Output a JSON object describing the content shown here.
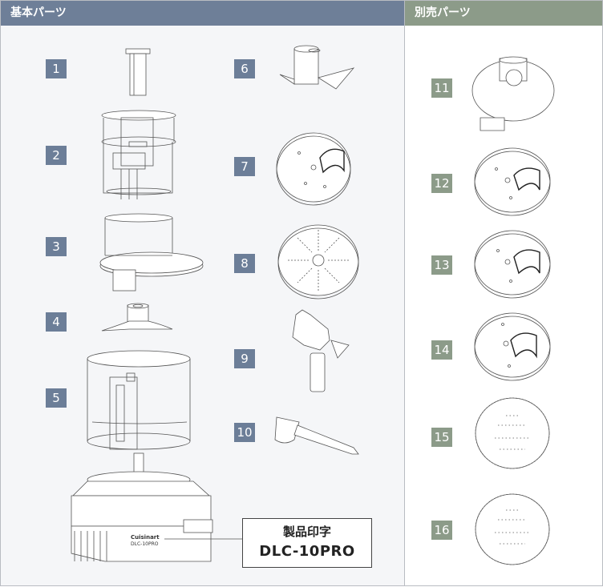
{
  "headers": {
    "basic_parts": "基本パーツ",
    "optional_parts": "別売パーツ"
  },
  "basic_items": [
    "1",
    "2",
    "3",
    "4",
    "5",
    "6",
    "7",
    "8",
    "9",
    "10"
  ],
  "optional_items": [
    "11",
    "12",
    "13",
    "14",
    "15",
    "16"
  ],
  "product_label": {
    "title": "製品印字",
    "model": "DLC-10PRO"
  },
  "base_printing": {
    "brand": "Cuisinart",
    "model": "DLC-10PRO"
  },
  "colors": {
    "basic_accent": "#6c7e98",
    "optional_accent": "#8c9b89"
  }
}
